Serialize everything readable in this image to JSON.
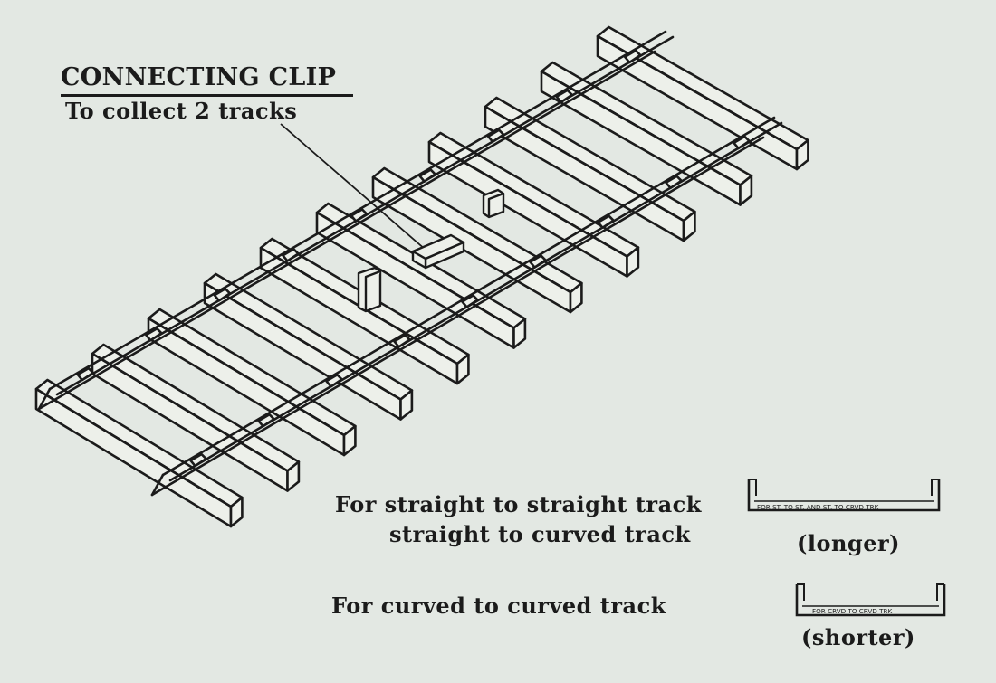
{
  "title": "CONNECTING CLIP",
  "subtitle": "To collect 2 tracks",
  "captions": {
    "straight_line1": "For straight to straight track",
    "straight_line2": "straight to curved track",
    "curved": "For curved to curved track"
  },
  "clips": {
    "long_text": "FOR ST. TO ST. AND ST. TO CRVD TRK",
    "long_tag": "(longer)",
    "short_text": "FOR CRVD TO CRVD TRK",
    "short_tag": "(shorter)"
  }
}
